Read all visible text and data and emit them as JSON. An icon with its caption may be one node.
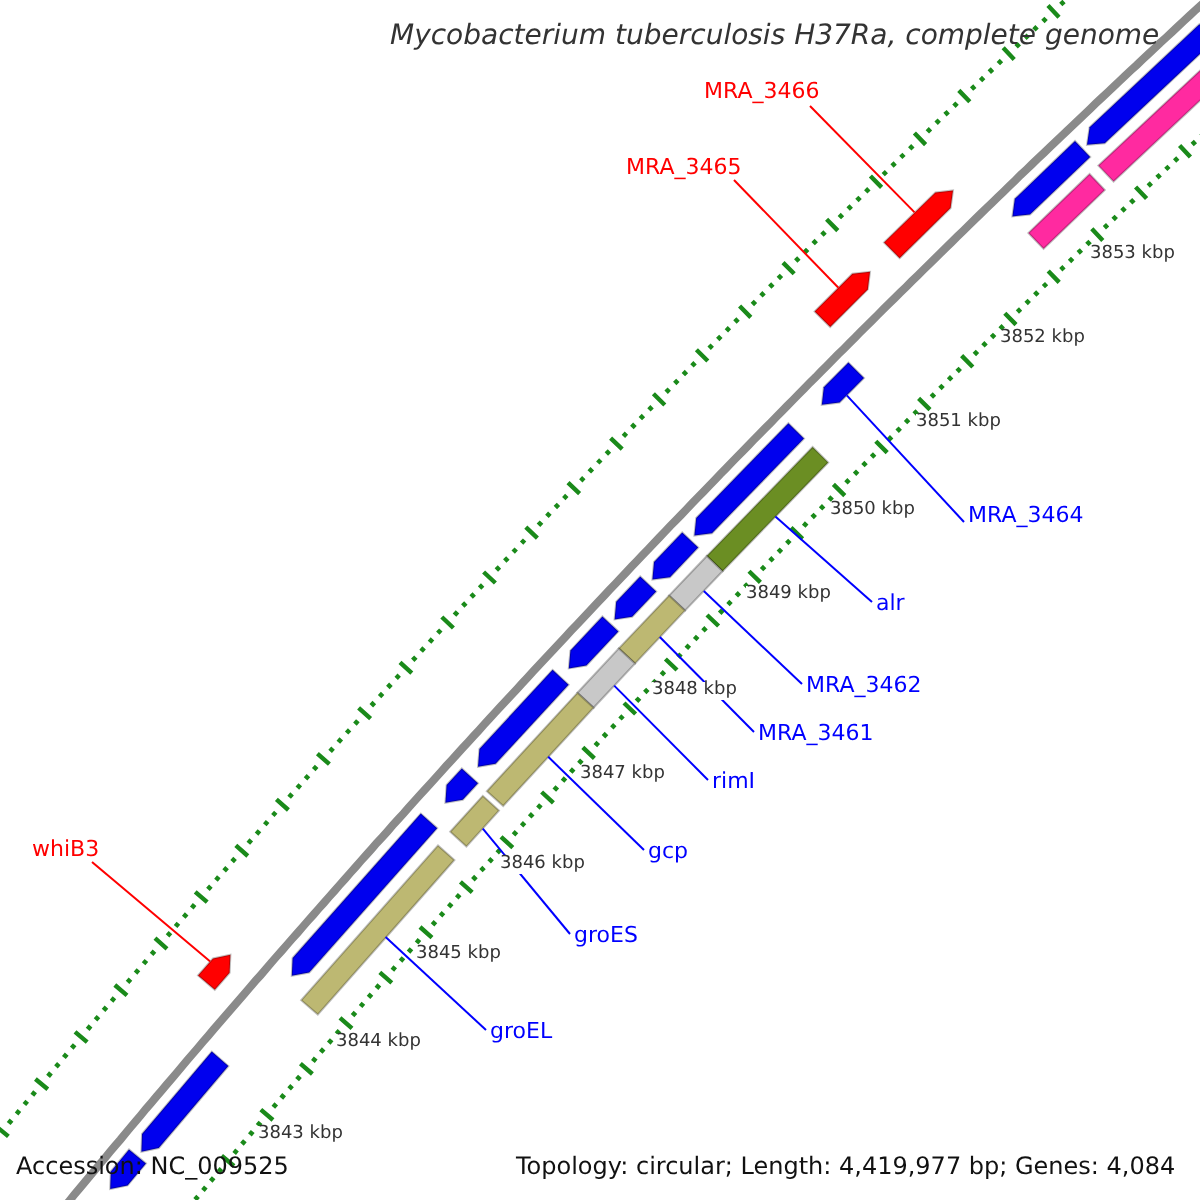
{
  "diagram": {
    "title": "Mycobacterium tuberculosis H37Ra, complete genome",
    "nodes": [
      {
        "text": [
          "MRA_3466"
        ]
      },
      {
        "text": [
          "MRA_3465"
        ]
      },
      {
        "text": [
          "MRA_3464"
        ]
      },
      {
        "text": [
          "alr"
        ]
      },
      {
        "text": [
          "MRA_3462"
        ]
      },
      {
        "text": [
          "MRA_3461"
        ]
      },
      {
        "text": [
          "rimI"
        ]
      },
      {
        "text": [
          "gcp"
        ]
      },
      {
        "text": [
          "whiB3"
        ]
      },
      {
        "text": [
          "groES"
        ]
      },
      {
        "text": [
          "groEL"
        ]
      },
      {
        "text": [],
        "shape": "pentagon"
      },
      {
        "text": [],
        "shape": "bar"
      },
      {
        "text": [],
        "shape": "pentagon"
      },
      {
        "text": [],
        "shape": "bar"
      },
      {
        "text": [],
        "shape": "pentagon"
      },
      {
        "text": [],
        "shape": "pentagon"
      },
      {
        "text": [],
        "shape": "pentagon"
      },
      {
        "text": [],
        "shape": "pentagon"
      },
      {
        "text": [],
        "shape": "bar"
      },
      {
        "text": [],
        "shape": "pentagon"
      },
      {
        "text": [],
        "shape": "bar"
      },
      {
        "text": [],
        "shape": "pentagon"
      },
      {
        "text": [],
        "shape": "bar"
      },
      {
        "text": [],
        "shape": "pentagon"
      },
      {
        "text": [],
        "shape": "bar"
      },
      {
        "text": [],
        "shape": "pentagon"
      },
      {
        "text": [],
        "shape": "bar"
      },
      {
        "text": [],
        "shape": "pentagon"
      },
      {
        "text": [],
        "shape": "bar"
      },
      {
        "text": [],
        "shape": "pentagon"
      },
      {
        "text": [],
        "shape": "bar"
      },
      {
        "text": [],
        "shape": "pentagon"
      },
      {
        "text": [],
        "shape": "pentagon"
      },
      {
        "text": [],
        "shape": "pentagon"
      }
    ],
    "edges": [
      {
        "from": 0,
        "to": 15,
        "arrow": "none",
        "color": "#ff0000"
      },
      {
        "from": 1,
        "to": 16,
        "arrow": "none",
        "color": "#ff0000"
      },
      {
        "from": 2,
        "to": 17,
        "arrow": "none"
      },
      {
        "from": 3,
        "to": 19,
        "arrow": "none"
      },
      {
        "from": 4,
        "to": 21,
        "arrow": "none"
      },
      {
        "from": 5,
        "to": 23,
        "arrow": "none"
      },
      {
        "from": 6,
        "to": 25,
        "arrow": "none"
      },
      {
        "from": 7,
        "to": 27,
        "arrow": "none"
      },
      {
        "from": 8,
        "to": 32,
        "arrow": "none",
        "color": "#ff0000"
      },
      {
        "from": 9,
        "to": 29,
        "arrow": "none"
      },
      {
        "from": 10,
        "to": 31,
        "arrow": "none"
      }
    ],
    "labels": [
      "3853 kbp",
      "3852 kbp",
      "3851 kbp",
      "3850 kbp",
      "3849 kbp",
      "3848 kbp",
      "3847 kbp",
      "3846 kbp",
      "3845 kbp",
      "3844 kbp",
      "3843 kbp",
      "Accession: NC_009525",
      "Topology: circular; Length: 4,419,977 bp; Genes: 4,084"
    ]
  }
}
